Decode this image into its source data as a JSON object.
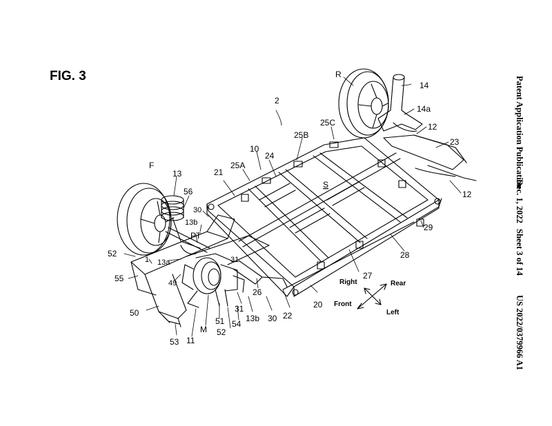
{
  "figure": {
    "title": "FIG. 3"
  },
  "header": {
    "publication": "Patent Application Publication",
    "date": "Dec. 1, 2022",
    "sheet": "Sheet 3 of 14",
    "number": "US 2022/0379966 A1"
  },
  "reference_labels": [
    {
      "id": "2",
      "text": "2"
    },
    {
      "id": "R",
      "text": "R"
    },
    {
      "id": "14",
      "text": "14"
    },
    {
      "id": "14a",
      "text": "14a"
    },
    {
      "id": "12-top",
      "text": "12"
    },
    {
      "id": "23",
      "text": "23"
    },
    {
      "id": "12-right",
      "text": "12"
    },
    {
      "id": "25C",
      "text": "25C"
    },
    {
      "id": "25B",
      "text": "25B"
    },
    {
      "id": "10",
      "text": "10"
    },
    {
      "id": "24",
      "text": "24"
    },
    {
      "id": "25A",
      "text": "25A"
    },
    {
      "id": "S",
      "text": "S"
    },
    {
      "id": "21",
      "text": "21"
    },
    {
      "id": "F",
      "text": "F"
    },
    {
      "id": "13",
      "text": "13"
    },
    {
      "id": "56",
      "text": "56"
    },
    {
      "id": "30-top",
      "text": "30"
    },
    {
      "id": "13b-top",
      "text": "13b"
    },
    {
      "id": "PT",
      "text": "PT"
    },
    {
      "id": "52-left",
      "text": "52"
    },
    {
      "id": "1",
      "text": "1"
    },
    {
      "id": "13a",
      "text": "13a"
    },
    {
      "id": "55",
      "text": "55"
    },
    {
      "id": "31-top",
      "text": "31"
    },
    {
      "id": "49",
      "text": "49"
    },
    {
      "id": "29",
      "text": "29"
    },
    {
      "id": "28",
      "text": "28"
    },
    {
      "id": "27",
      "text": "27"
    },
    {
      "id": "26",
      "text": "26"
    },
    {
      "id": "50",
      "text": "50"
    },
    {
      "id": "31-bottom",
      "text": "31"
    },
    {
      "id": "13b-bottom",
      "text": "13b"
    },
    {
      "id": "30-bottom",
      "text": "30"
    },
    {
      "id": "22",
      "text": "22"
    },
    {
      "id": "20",
      "text": "20"
    },
    {
      "id": "51",
      "text": "51"
    },
    {
      "id": "M",
      "text": "M"
    },
    {
      "id": "54",
      "text": "54"
    },
    {
      "id": "52-bottom",
      "text": "52"
    },
    {
      "id": "11",
      "text": "11"
    },
    {
      "id": "53",
      "text": "53"
    }
  ],
  "directions": {
    "right": "Right",
    "rear": "Rear",
    "front": "Front",
    "left": "Left"
  }
}
